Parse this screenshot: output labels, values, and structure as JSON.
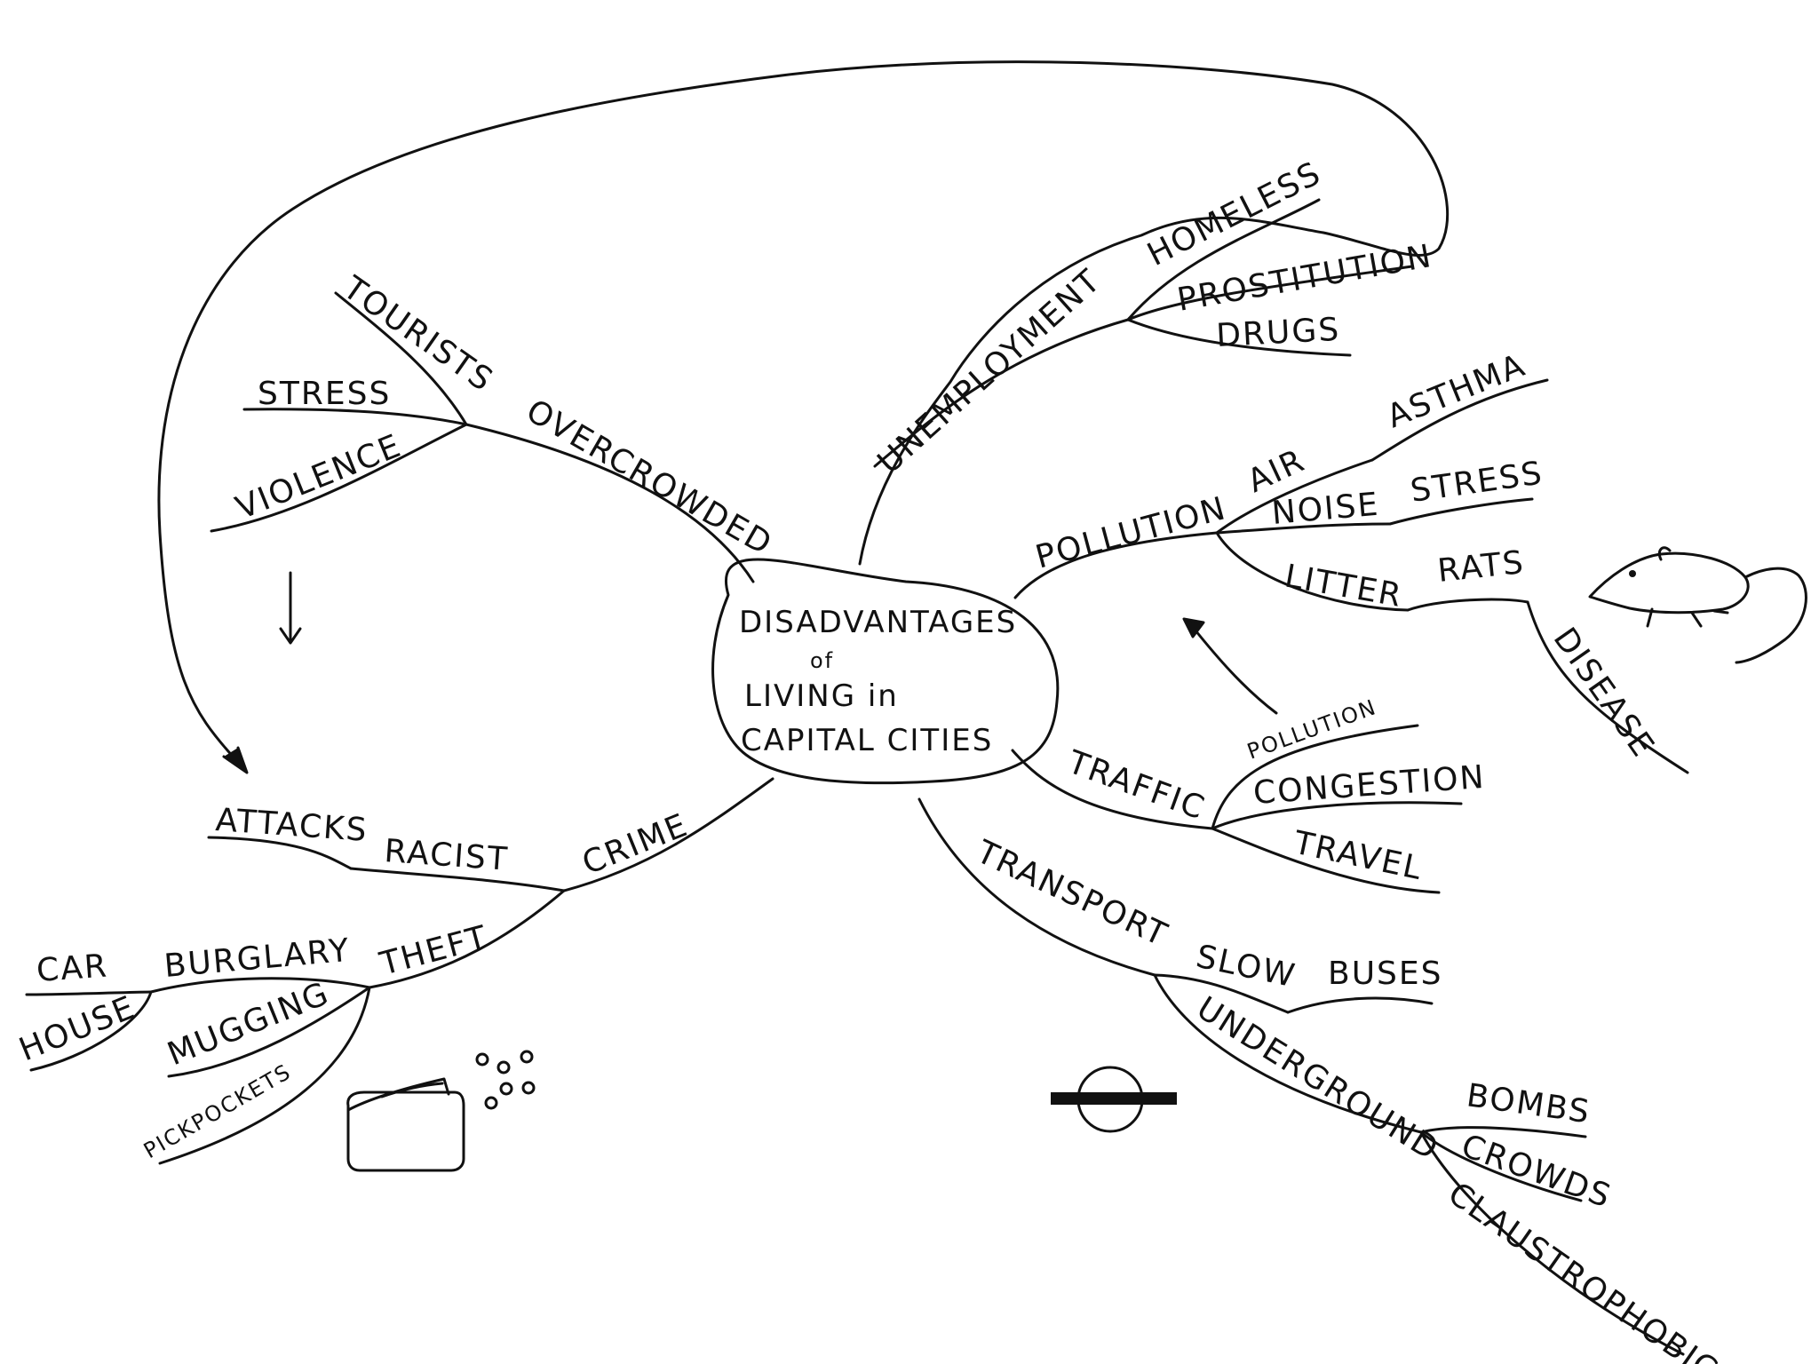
{
  "center": {
    "line1": "DISADVANTAGES",
    "line2": "of",
    "line3": "LIVING in",
    "line4": "CAPITAL CITIES"
  },
  "branches": {
    "overcrowded": {
      "label": "OVERCROWDED",
      "children": {
        "tourists": "TOURISTS",
        "stress": "STRESS",
        "violence": "VIOLENCE"
      }
    },
    "unemployment": {
      "label": "UNEMPLOYMENT",
      "children": {
        "homeless": "HOMELESS",
        "prostitution": "PROSTITUTION",
        "drugs": "DRUGS"
      }
    },
    "pollution": {
      "label": "POLLUTION",
      "children": {
        "air": "AIR",
        "asthma": "ASTHMA",
        "noise": "NOISE",
        "stress": "STRESS",
        "litter": "LITTER",
        "rats": "RATS",
        "disease": "DISEASE"
      }
    },
    "traffic": {
      "label": "TRAFFIC",
      "children": {
        "pollution": "POLLUTION",
        "congestion": "CONGESTION",
        "travel": "TRAVEL"
      }
    },
    "transport": {
      "label": "TRANSPORT",
      "children": {
        "slow": "SLOW",
        "buses": "BUSES",
        "underground": "UNDERGROUND",
        "bombs": "BOMBS",
        "crowds": "CROWDS",
        "claustrophobic": "CLAUSTROPHOBIC"
      }
    },
    "crime": {
      "label": "CRIME",
      "children": {
        "racist": "RACIST",
        "attacks": "ATTACKS",
        "theft": "THEFT",
        "burglary": "BURGLARY",
        "car": "CAR",
        "house": "HOUSE",
        "mugging": "MUGGING",
        "pickpockets": "PICKPOCKETS"
      }
    }
  },
  "icons": [
    "rat-icon",
    "wallet-icon",
    "coins-icon",
    "underground-roundel-icon"
  ]
}
